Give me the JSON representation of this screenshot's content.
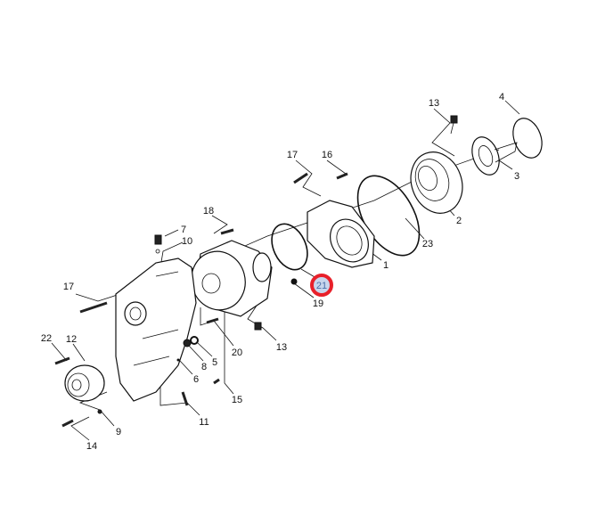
{
  "diagram": {
    "callouts": [
      "13",
      "4",
      "3",
      "17",
      "16",
      "2",
      "18",
      "7",
      "10",
      "23",
      "1",
      "21",
      "19",
      "17",
      "13",
      "20",
      "22",
      "12",
      "5",
      "8",
      "6",
      "15",
      "11",
      "9",
      "14"
    ],
    "highlighted": "21",
    "highlight_color": "#e8202a"
  }
}
